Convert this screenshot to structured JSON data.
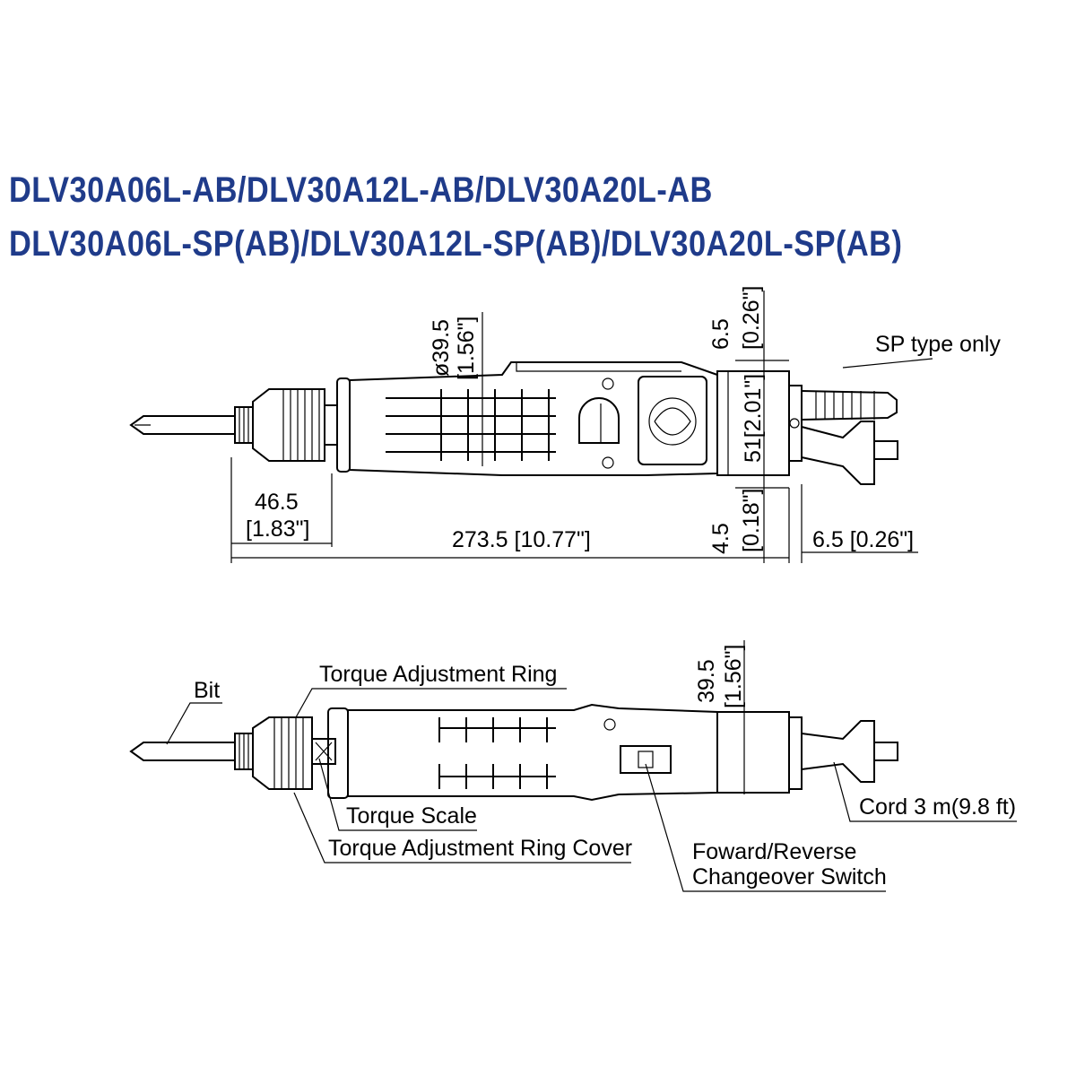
{
  "header": {
    "title_line1": "DLV30A06L-AB/DLV30A12L-AB/DLV30A20L-AB",
    "title_line2": "DLV30A06L-SP(AB)/DLV30A12L-SP(AB)/DLV30A20L-SP(AB)"
  },
  "top_view": {
    "dia": "ø39.5",
    "dia_in": "[1.56\"]",
    "top_margin": "6.5",
    "top_margin_in": "[0.26\"]",
    "body_height": "51[2.01\"]",
    "bottom_margin": "4.5",
    "bottom_margin_in": "[0.18\"]",
    "chuck_len": "46.5",
    "chuck_len_in": "[1.83\"]",
    "total_len": "273.5 [10.77\"]",
    "tail_len": "6.5 [0.26\"]",
    "sp_label": "SP type only"
  },
  "side_view": {
    "height": "39.5",
    "height_in": "[1.56\"]",
    "bit": "Bit",
    "ring": "Torque Adjustment Ring",
    "scale": "Torque Scale",
    "ring_cover": "Torque Adjustment Ring Cover",
    "switch_l1": "Foward/Reverse",
    "switch_l2": "Changeover Switch",
    "cord": "Cord 3 m(9.8 ft)"
  },
  "colors": {
    "title": "#1f3b8a",
    "line": "#000000"
  }
}
